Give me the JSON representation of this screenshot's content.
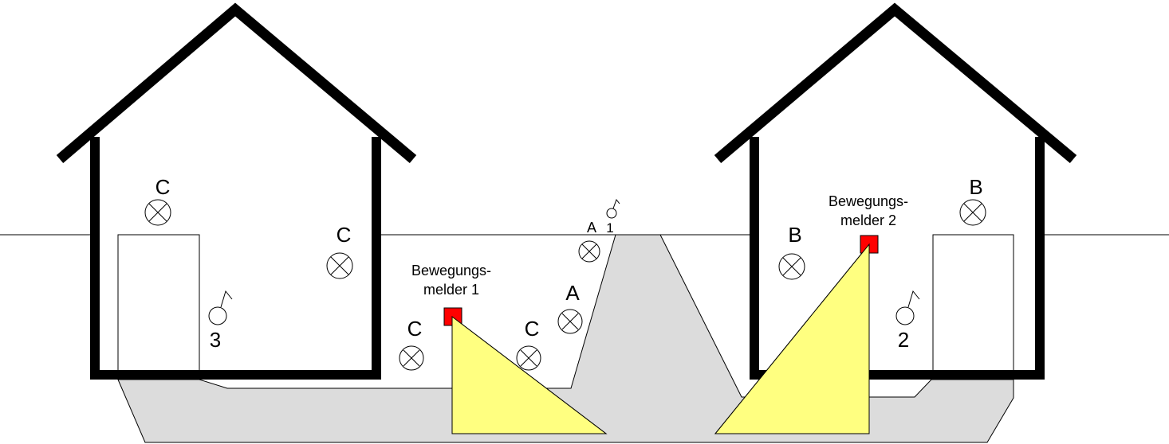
{
  "title": "Lighting plan with motion detectors",
  "colors": {
    "ground": "#dcdcdc",
    "detector": "#ff0000",
    "detection_zone": "#ffff80",
    "wall": "#000000"
  },
  "lamps": [
    {
      "group": "C"
    },
    {
      "group": "C"
    },
    {
      "group": "C"
    },
    {
      "group": "C"
    },
    {
      "group": "A"
    },
    {
      "group": "A"
    },
    {
      "group": "B"
    },
    {
      "group": "B"
    }
  ],
  "switches": [
    {
      "label": "3"
    },
    {
      "label": "2"
    },
    {
      "label": "1"
    }
  ],
  "motion_detectors": [
    {
      "line1": "Bewegungs-",
      "line2": "melder 1"
    },
    {
      "line1": "Bewegungs-",
      "line2": "melder 2"
    }
  ]
}
